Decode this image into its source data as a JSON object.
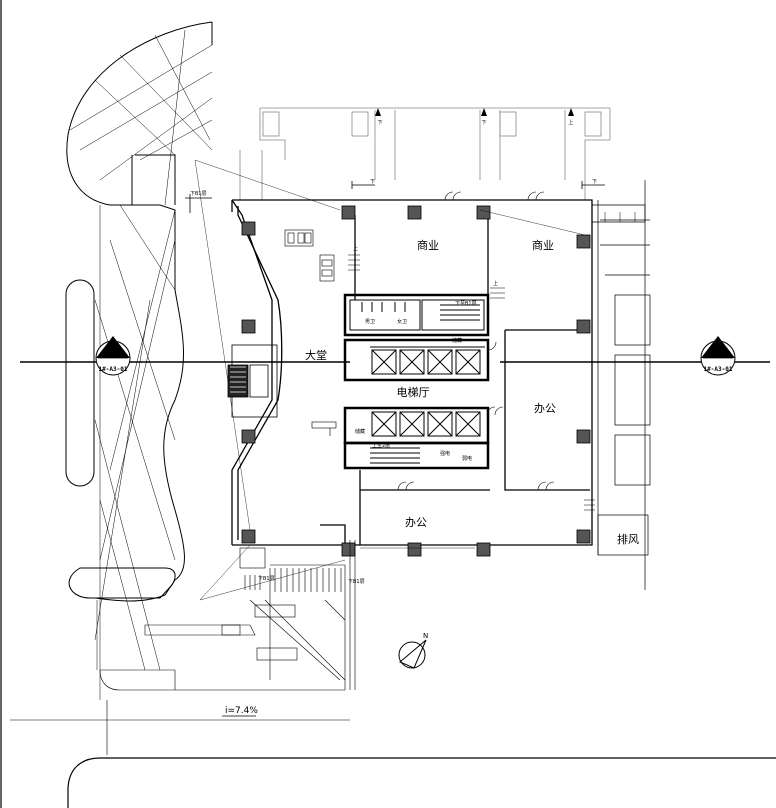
{
  "rooms": {
    "lobby": "大堂",
    "elevator_hall": "电梯厅",
    "retail_left": "商业",
    "retail_right": "商业",
    "office_right": "办公",
    "office_bottom": "办公",
    "exhaust": "排风"
  },
  "service_labels": {
    "storage_top": "储藏",
    "storage_bottom": "储藏",
    "electrical_strong": "强电",
    "electrical_weak": "弱电",
    "male_wc": "男卫",
    "female_wc": "女卫"
  },
  "stair_labels": {
    "up": "上",
    "down": "下",
    "down_b1": "下B1层",
    "down_to_b1": "下至B1层",
    "up_to_2f": "上至2层"
  },
  "section_markers": [
    {
      "number": "1",
      "ref": "1#-A3-01"
    },
    {
      "number": "1",
      "ref": "1#-A3-01"
    }
  ],
  "slope_label": "i=7.4%",
  "north_label": "N"
}
